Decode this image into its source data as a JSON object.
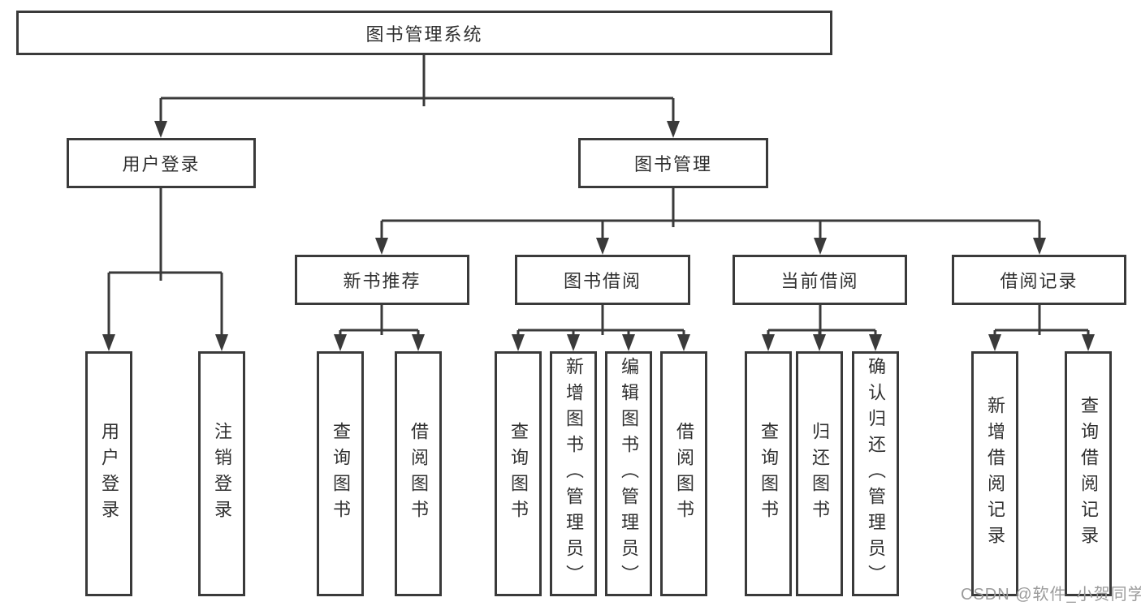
{
  "colors": {
    "line": "#3a3a3a",
    "box_border": "#3a3a3a",
    "box_fill": "#ffffff",
    "text": "#303030",
    "background": "#ffffff",
    "watermark": "#9b9b9b"
  },
  "watermark": {
    "text": "CSDN @软件_小贺同学"
  },
  "tree": {
    "root": {
      "label": "图书管理系统",
      "children": [
        {
          "label": "用户登录",
          "children": [
            {
              "label": "用户登录"
            },
            {
              "label": "注销登录"
            }
          ]
        },
        {
          "label": "图书管理",
          "children": [
            {
              "label": "新书推荐",
              "children": [
                {
                  "label": "查询图书"
                },
                {
                  "label": "借阅图书"
                }
              ]
            },
            {
              "label": "图书借阅",
              "children": [
                {
                  "label": "查询图书"
                },
                {
                  "label": "新增图书（管理员）"
                },
                {
                  "label": "编辑图书（管理员）"
                },
                {
                  "label": "借阅图书"
                }
              ]
            },
            {
              "label": "当前借阅",
              "children": [
                {
                  "label": "查询图书"
                },
                {
                  "label": "归还图书"
                },
                {
                  "label": "确认归还（管理员）"
                }
              ]
            },
            {
              "label": "借阅记录",
              "children": [
                {
                  "label": "新增借阅记录"
                },
                {
                  "label": "查询借阅记录"
                }
              ]
            }
          ]
        }
      ]
    }
  }
}
